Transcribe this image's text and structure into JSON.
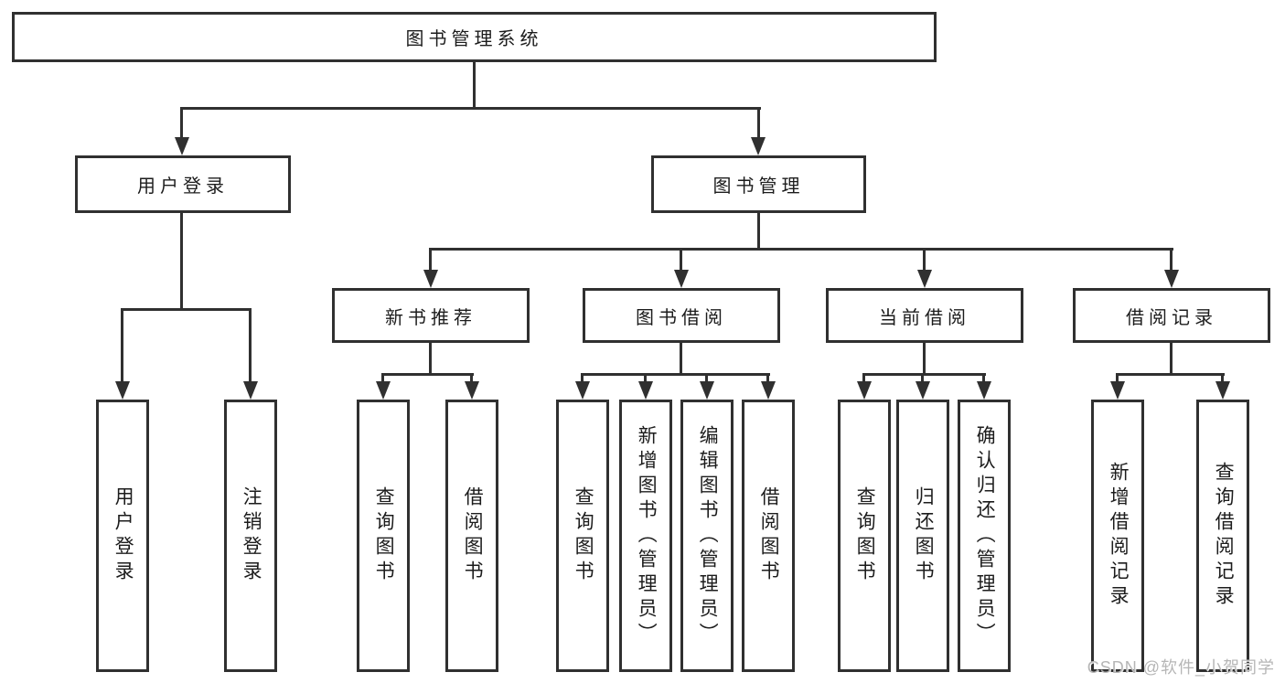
{
  "diagram": {
    "root": {
      "label": "图书管理系统"
    },
    "level2": [
      {
        "label": "用户登录",
        "children": [
          {
            "label": "用户登录"
          },
          {
            "label": "注销登录"
          }
        ]
      },
      {
        "label": "图书管理",
        "children": [
          {
            "label": "新书推荐",
            "children": [
              {
                "label": "查询图书"
              },
              {
                "label": "借阅图书"
              }
            ]
          },
          {
            "label": "图书借阅",
            "children": [
              {
                "label": "查询图书"
              },
              {
                "label": "新增图书（管理员）"
              },
              {
                "label": "编辑图书（管理员）"
              },
              {
                "label": "借阅图书"
              }
            ]
          },
          {
            "label": "当前借阅",
            "children": [
              {
                "label": "查询图书"
              },
              {
                "label": "归还图书"
              },
              {
                "label": "确认归还（管理员）"
              }
            ]
          },
          {
            "label": "借阅记录",
            "children": [
              {
                "label": "新增借阅记录"
              },
              {
                "label": "查询借阅记录"
              }
            ]
          }
        ]
      }
    ],
    "watermark": "CSDN @软件_小贺同学",
    "colors": {
      "line": "#303030",
      "text": "#1c1c1c",
      "background": "#ffffff",
      "watermark": "#b6b6b6"
    }
  }
}
